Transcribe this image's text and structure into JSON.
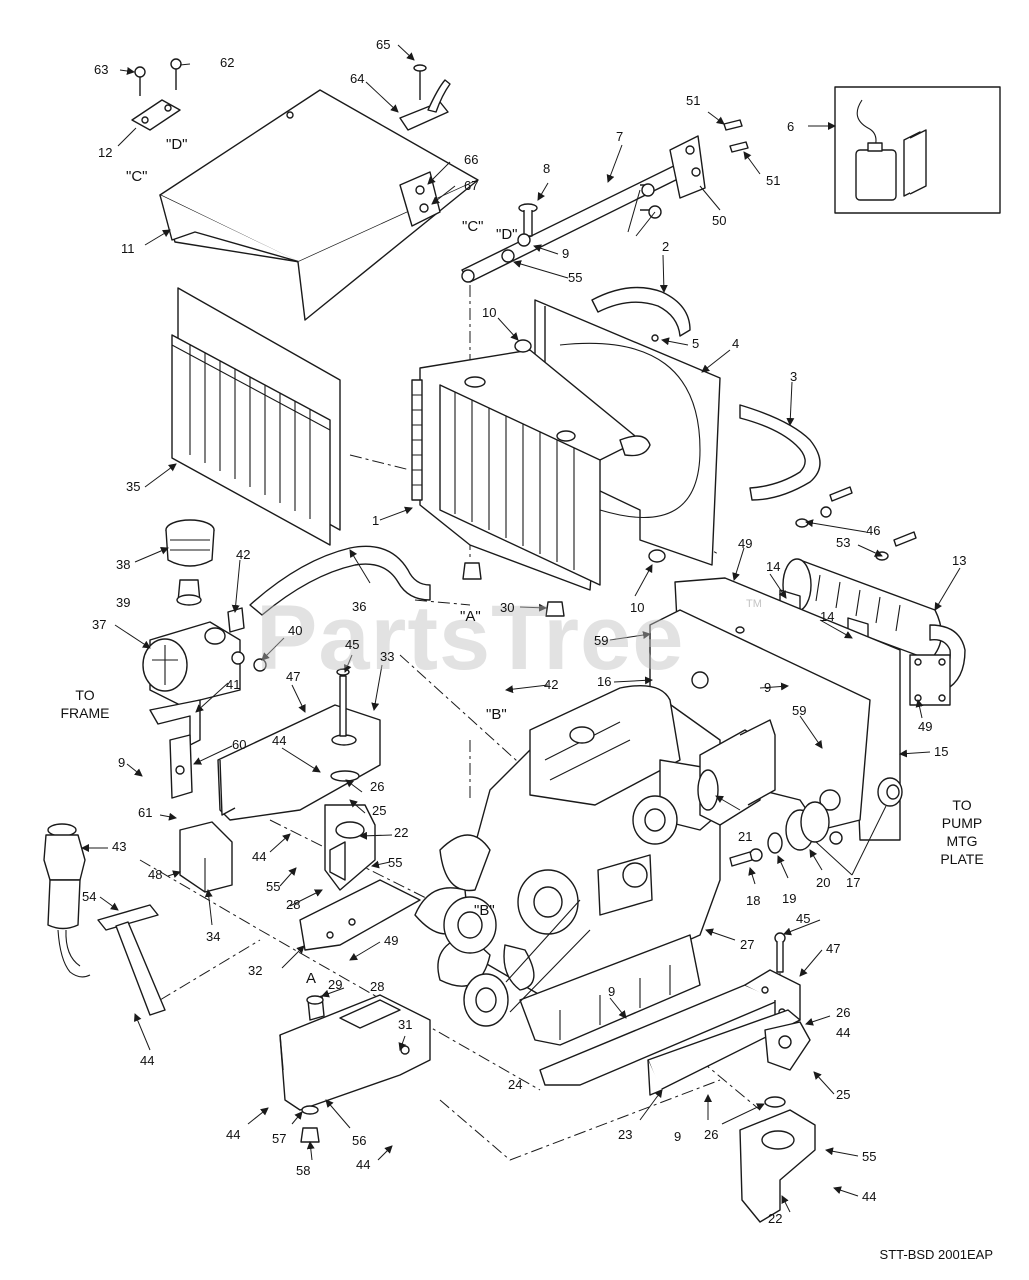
{
  "watermark": "PartsTree",
  "watermark_tm": "TM",
  "footer_code": "STT-BSD 2001EAP",
  "notes": {
    "to_frame": [
      "TO",
      "FRAME"
    ],
    "to_pump": [
      "TO",
      "PUMP",
      "MTG",
      "PLATE"
    ]
  },
  "tags": [
    {
      "id": "c-upper",
      "text": "\"C\""
    },
    {
      "id": "d-upper",
      "text": "\"D\""
    },
    {
      "id": "c-lower",
      "text": "\"C\""
    },
    {
      "id": "d-lower",
      "text": "\"D\""
    },
    {
      "id": "a-left",
      "text": "\"A\""
    },
    {
      "id": "b-left",
      "text": "\"B\""
    },
    {
      "id": "b-engine",
      "text": "\"B\""
    },
    {
      "id": "a-mount",
      "text": "A"
    }
  ],
  "callouts": [
    {
      "id": "c63",
      "text": "63"
    },
    {
      "id": "c62",
      "text": "62"
    },
    {
      "id": "c65",
      "text": "65"
    },
    {
      "id": "c64",
      "text": "64"
    },
    {
      "id": "c12",
      "text": "12"
    },
    {
      "id": "c66",
      "text": "66"
    },
    {
      "id": "c67",
      "text": "67"
    },
    {
      "id": "c11",
      "text": "11"
    },
    {
      "id": "c51a",
      "text": "51"
    },
    {
      "id": "c51b",
      "text": "51"
    },
    {
      "id": "c7",
      "text": "7"
    },
    {
      "id": "c6",
      "text": "6"
    },
    {
      "id": "c8",
      "text": "8"
    },
    {
      "id": "c9a",
      "text": "9"
    },
    {
      "id": "c55a",
      "text": "55"
    },
    {
      "id": "c50",
      "text": "50"
    },
    {
      "id": "c2",
      "text": "2"
    },
    {
      "id": "c10a",
      "text": "10"
    },
    {
      "id": "c5",
      "text": "5"
    },
    {
      "id": "c4",
      "text": "4"
    },
    {
      "id": "c3",
      "text": "3"
    },
    {
      "id": "c35",
      "text": "35"
    },
    {
      "id": "c1",
      "text": "1"
    },
    {
      "id": "c46",
      "text": "46"
    },
    {
      "id": "c53",
      "text": "53"
    },
    {
      "id": "c13",
      "text": "13"
    },
    {
      "id": "c38",
      "text": "38"
    },
    {
      "id": "c42a",
      "text": "42"
    },
    {
      "id": "c49a",
      "text": "49"
    },
    {
      "id": "c14a",
      "text": "14"
    },
    {
      "id": "c14b",
      "text": "14"
    },
    {
      "id": "c39",
      "text": "39"
    },
    {
      "id": "c36",
      "text": "36"
    },
    {
      "id": "c30",
      "text": "30"
    },
    {
      "id": "c10b",
      "text": "10"
    },
    {
      "id": "c37",
      "text": "37"
    },
    {
      "id": "c40",
      "text": "40"
    },
    {
      "id": "c59a",
      "text": "59"
    },
    {
      "id": "c16",
      "text": "16"
    },
    {
      "id": "c9b",
      "text": "9"
    },
    {
      "id": "c45a",
      "text": "45"
    },
    {
      "id": "c33",
      "text": "33"
    },
    {
      "id": "c42b",
      "text": "42"
    },
    {
      "id": "c49b",
      "text": "49"
    },
    {
      "id": "c41",
      "text": "41"
    },
    {
      "id": "c47a",
      "text": "47"
    },
    {
      "id": "c59b",
      "text": "59"
    },
    {
      "id": "c15",
      "text": "15"
    },
    {
      "id": "c44a",
      "text": "44"
    },
    {
      "id": "c60",
      "text": "60"
    },
    {
      "id": "c9c",
      "text": "9"
    },
    {
      "id": "c26a",
      "text": "26"
    },
    {
      "id": "c61",
      "text": "61"
    },
    {
      "id": "c25a",
      "text": "25"
    },
    {
      "id": "c22a",
      "text": "22"
    },
    {
      "id": "c43",
      "text": "43"
    },
    {
      "id": "c44b",
      "text": "44"
    },
    {
      "id": "c55b",
      "text": "55"
    },
    {
      "id": "c21",
      "text": "21"
    },
    {
      "id": "c48",
      "text": "48"
    },
    {
      "id": "c55c",
      "text": "55"
    },
    {
      "id": "c28a",
      "text": "28"
    },
    {
      "id": "c18",
      "text": "18"
    },
    {
      "id": "c19",
      "text": "19"
    },
    {
      "id": "c20",
      "text": "20"
    },
    {
      "id": "c17",
      "text": "17"
    },
    {
      "id": "c54",
      "text": "54"
    },
    {
      "id": "c34",
      "text": "34"
    },
    {
      "id": "c45b",
      "text": "45"
    },
    {
      "id": "c27",
      "text": "27"
    },
    {
      "id": "c49c",
      "text": "49"
    },
    {
      "id": "c32",
      "text": "32"
    },
    {
      "id": "c47b",
      "text": "47"
    },
    {
      "id": "c29",
      "text": "29"
    },
    {
      "id": "c28b",
      "text": "28"
    },
    {
      "id": "c9d",
      "text": "9"
    },
    {
      "id": "c26b",
      "text": "26"
    },
    {
      "id": "c44c",
      "text": "44"
    },
    {
      "id": "c31",
      "text": "31"
    },
    {
      "id": "c44d",
      "text": "44"
    },
    {
      "id": "c24",
      "text": "24"
    },
    {
      "id": "c25b",
      "text": "25"
    },
    {
      "id": "c23",
      "text": "23"
    },
    {
      "id": "c9e",
      "text": "9"
    },
    {
      "id": "c26c",
      "text": "26"
    },
    {
      "id": "c44e",
      "text": "44"
    },
    {
      "id": "c57",
      "text": "57"
    },
    {
      "id": "c56",
      "text": "56"
    },
    {
      "id": "c58",
      "text": "58"
    },
    {
      "id": "c44f",
      "text": "44"
    },
    {
      "id": "c55d",
      "text": "55"
    },
    {
      "id": "c44g",
      "text": "44"
    },
    {
      "id": "c22b",
      "text": "22"
    }
  ]
}
